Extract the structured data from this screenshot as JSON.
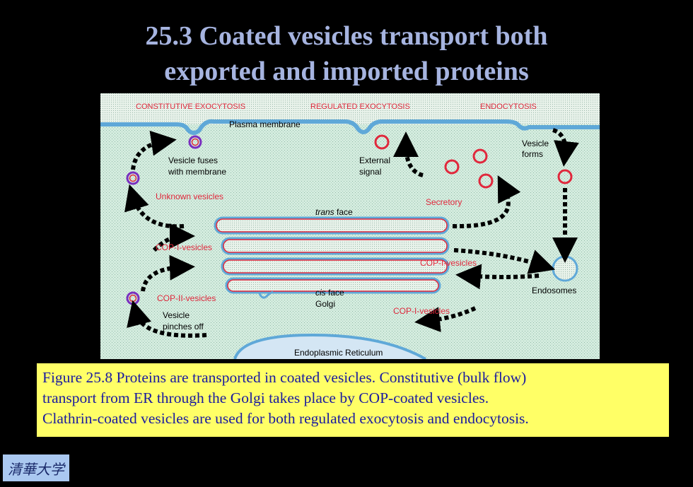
{
  "slide": {
    "title_line1": "25.3 Coated vesicles transport both",
    "title_line2": "exported and imported proteins"
  },
  "diagram": {
    "top_labels": [
      "CONSTITUTIVE EXOCYTOSIS",
      "REGULATED EXOCYTOSIS",
      "ENDOCYTOSIS"
    ],
    "labels": {
      "plasma_membrane": "Plasma membrane",
      "vesicle_fuses_1": "Vesicle fuses",
      "vesicle_fuses_2": "with membrane",
      "unknown_vesicles": "Unknown vesicles",
      "external_signal_1": "External",
      "external_signal_2": "signal",
      "vesicle_forms_1": "Vesicle",
      "vesicle_forms_2": "forms",
      "secretory": "Secretory",
      "trans_face_italic": "trans",
      "trans_face_rest": " face",
      "cop1_left": "COP-I-vesicles",
      "cop1_right": "COP-I-vesicles",
      "cop1_bottom": "COP-I-vesicles",
      "cop2": "COP-II-vesicles",
      "endosomes": "Endosomes",
      "cis_face_italic": "cis",
      "cis_face_rest": " face",
      "golgi": "Golgi",
      "vesicle_pinches_1": "Vesicle",
      "vesicle_pinches_2": "pinches off",
      "er": "Endoplasmic Reticulum"
    },
    "colors": {
      "background": "#cfe8d8",
      "membrane": "#5fa8d8",
      "red": "#e0283c",
      "purple": "#7a2fbf",
      "arrow": "#000000"
    }
  },
  "caption": {
    "line1": "Figure 25.8 Proteins are transported in coated vesicles. Constitutive (bulk flow)",
    "line2": "transport from ER through the Golgi takes place by COP-coated vesicles.",
    "line3": "Clathrin-coated vesicles are used for both regulated exocytosis and endocytosis."
  },
  "logo": {
    "text": "清華大学"
  }
}
